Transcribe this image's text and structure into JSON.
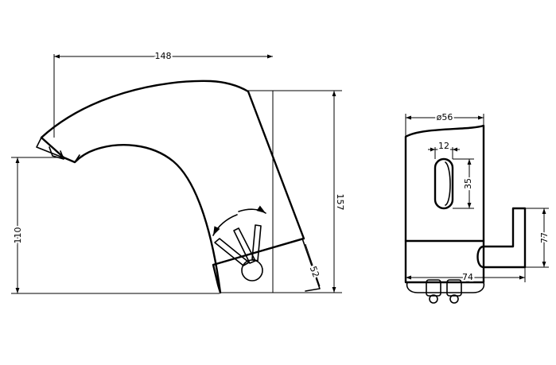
{
  "dimensions": {
    "side_width": "148",
    "side_total_height": "157",
    "side_spout_height": "110",
    "side_base_length": "52",
    "front_diameter": "ø56",
    "front_slot_width": "12",
    "front_slot_height": "35",
    "front_depth": "74",
    "front_pipe_height": "77"
  }
}
